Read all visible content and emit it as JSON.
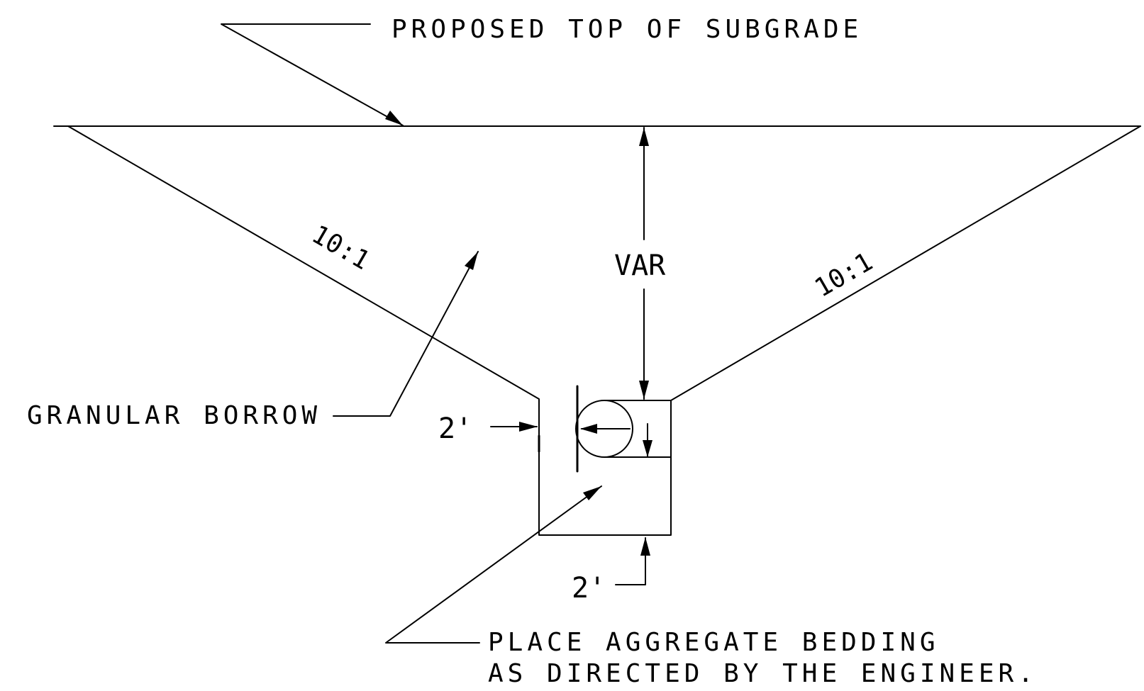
{
  "labels": {
    "top_of_subgrade": "PROPOSED TOP OF SUBGRADE",
    "slope_left": "10:1",
    "slope_right": "10:1",
    "var_depth": "VAR",
    "granular_borrow": "GRANULAR BORROW",
    "side_clearance": "2'",
    "bottom_clearance": "2'",
    "bedding_line_1": "PLACE AGGREGATE BEDDING",
    "bedding_line_2": "AS DIRECTED BY THE ENGINEER."
  },
  "colors": {
    "ink": "#000000",
    "paper": "#ffffff"
  }
}
